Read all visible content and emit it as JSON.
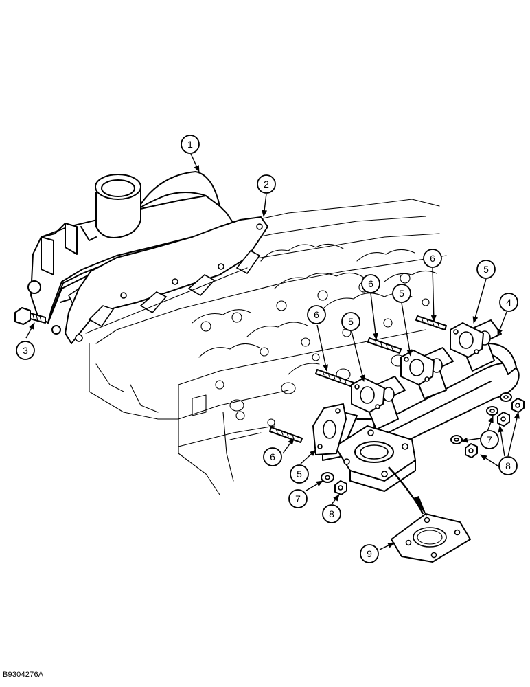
{
  "figure": {
    "code": "B9304276A",
    "callouts": [
      {
        "id": "c1",
        "label": "1"
      },
      {
        "id": "c2",
        "label": "2"
      },
      {
        "id": "c3",
        "label": "3"
      },
      {
        "id": "c4",
        "label": "4"
      },
      {
        "id": "c5a",
        "label": "5"
      },
      {
        "id": "c5b",
        "label": "5"
      },
      {
        "id": "c5c",
        "label": "5"
      },
      {
        "id": "c5d",
        "label": "5"
      },
      {
        "id": "c6a",
        "label": "6"
      },
      {
        "id": "c6b",
        "label": "6"
      },
      {
        "id": "c6c",
        "label": "6"
      },
      {
        "id": "c6d",
        "label": "6"
      },
      {
        "id": "c7a",
        "label": "7"
      },
      {
        "id": "c7b",
        "label": "7"
      },
      {
        "id": "c8a",
        "label": "8"
      },
      {
        "id": "c8b",
        "label": "8"
      },
      {
        "id": "c9",
        "label": "9"
      }
    ]
  }
}
